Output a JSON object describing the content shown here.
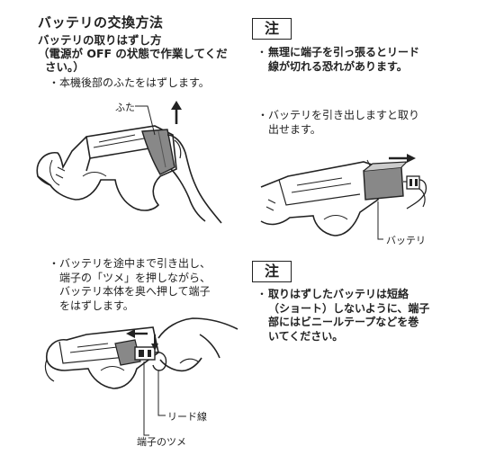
{
  "section": {
    "title": "バッテリの交換方法",
    "subtitle": "バッテリの取りはずし方",
    "subnote_line1": "（電源が OFF の状態で作業してくだ",
    "subnote_line2": "さい。）"
  },
  "left": {
    "step1": "本機後部のふたをはずします。",
    "label_lid": "ふた",
    "step2_line1": "バッテリを途中まで引き出し、",
    "step2_line2": "端子の「ツメ」を押しながら、",
    "step2_line3": "バッテリ本体を奥へ押して端子",
    "step2_line4": "をはずします。",
    "label_lead_wire": "リード線",
    "label_terminal_claw": "端子のツメ"
  },
  "right": {
    "note1_title": "注",
    "note1_line1": "無理に端子を引っ張るとリード",
    "note1_line2": "線が切れる恐れがあります。",
    "step_line1": "バッテリを引き出しますと取り",
    "step_line2": "出せます。",
    "label_battery": "バッテリ",
    "note2_title": "注",
    "note2_line1": "取りはずしたバッテリは短絡",
    "note2_line2": "（ショート）しないように、端子",
    "note2_line3": "部にはビニールテープなどを巻",
    "note2_line4": "いてください。"
  },
  "bullet": "・"
}
